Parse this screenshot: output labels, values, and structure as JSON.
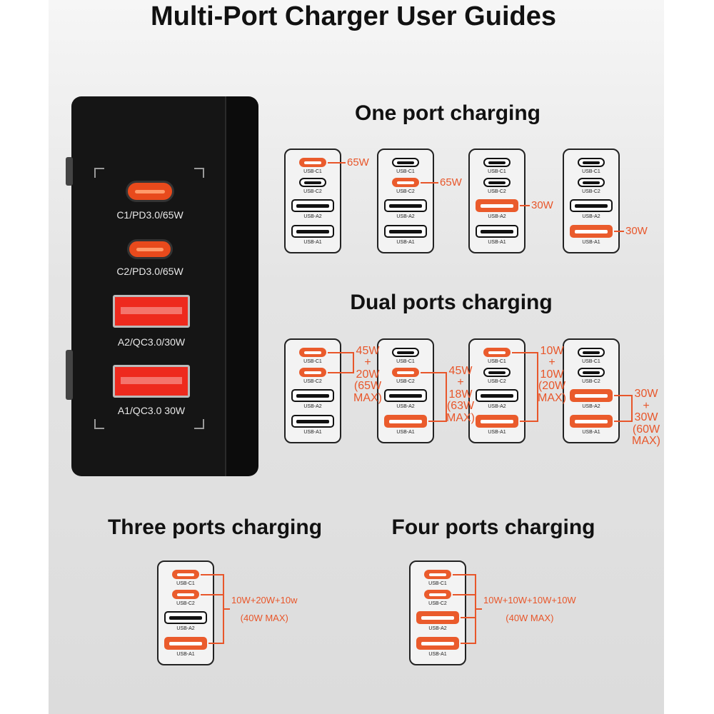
{
  "title": "Multi-Port Charger User Guides",
  "accent_color": "#ea5b2c",
  "charger": {
    "ports": [
      {
        "label": "C1/PD3.0/65W",
        "type": "c"
      },
      {
        "label": "C2/PD3.0/65W",
        "type": "c"
      },
      {
        "label": "A2/QC3.0/30W",
        "type": "a"
      },
      {
        "label": "A1/QC3.0 30W",
        "type": "a"
      }
    ]
  },
  "port_labels": [
    "USB-C1",
    "USB-C2",
    "USB-A2",
    "USB-A1"
  ],
  "sections": {
    "one": {
      "title": "One port charging",
      "cards": [
        {
          "active": [
            0
          ],
          "note": [
            "65W"
          ]
        },
        {
          "active": [
            1
          ],
          "note": [
            "65W"
          ]
        },
        {
          "active": [
            2
          ],
          "note": [
            "30W"
          ]
        },
        {
          "active": [
            3
          ],
          "note": [
            "30W"
          ]
        }
      ]
    },
    "dual": {
      "title": "Dual ports charging",
      "cards": [
        {
          "active": [
            0,
            1
          ],
          "note": [
            "45W",
            "+",
            "20W",
            "(65W",
            "MAX)"
          ]
        },
        {
          "active": [
            1,
            3
          ],
          "note": [
            "45W",
            "+",
            "18W",
            "(63W",
            "MAX)"
          ]
        },
        {
          "active": [
            0,
            3
          ],
          "note": [
            "10W",
            "+",
            "10W",
            "(20W",
            "MAX)"
          ]
        },
        {
          "active": [
            2,
            3
          ],
          "note": [
            "30W",
            "+",
            "30W",
            "(60W",
            "MAX)"
          ]
        }
      ]
    },
    "three": {
      "title": "Three ports charging",
      "cards": [
        {
          "active": [
            0,
            1,
            3
          ],
          "note": [
            "10W+20W+10w",
            "(40W MAX)"
          ]
        }
      ]
    },
    "four": {
      "title": "Four ports charging",
      "cards": [
        {
          "active": [
            0,
            1,
            2,
            3
          ],
          "note": [
            "10W+10W+10W+10W",
            "(40W MAX)"
          ]
        }
      ]
    }
  }
}
